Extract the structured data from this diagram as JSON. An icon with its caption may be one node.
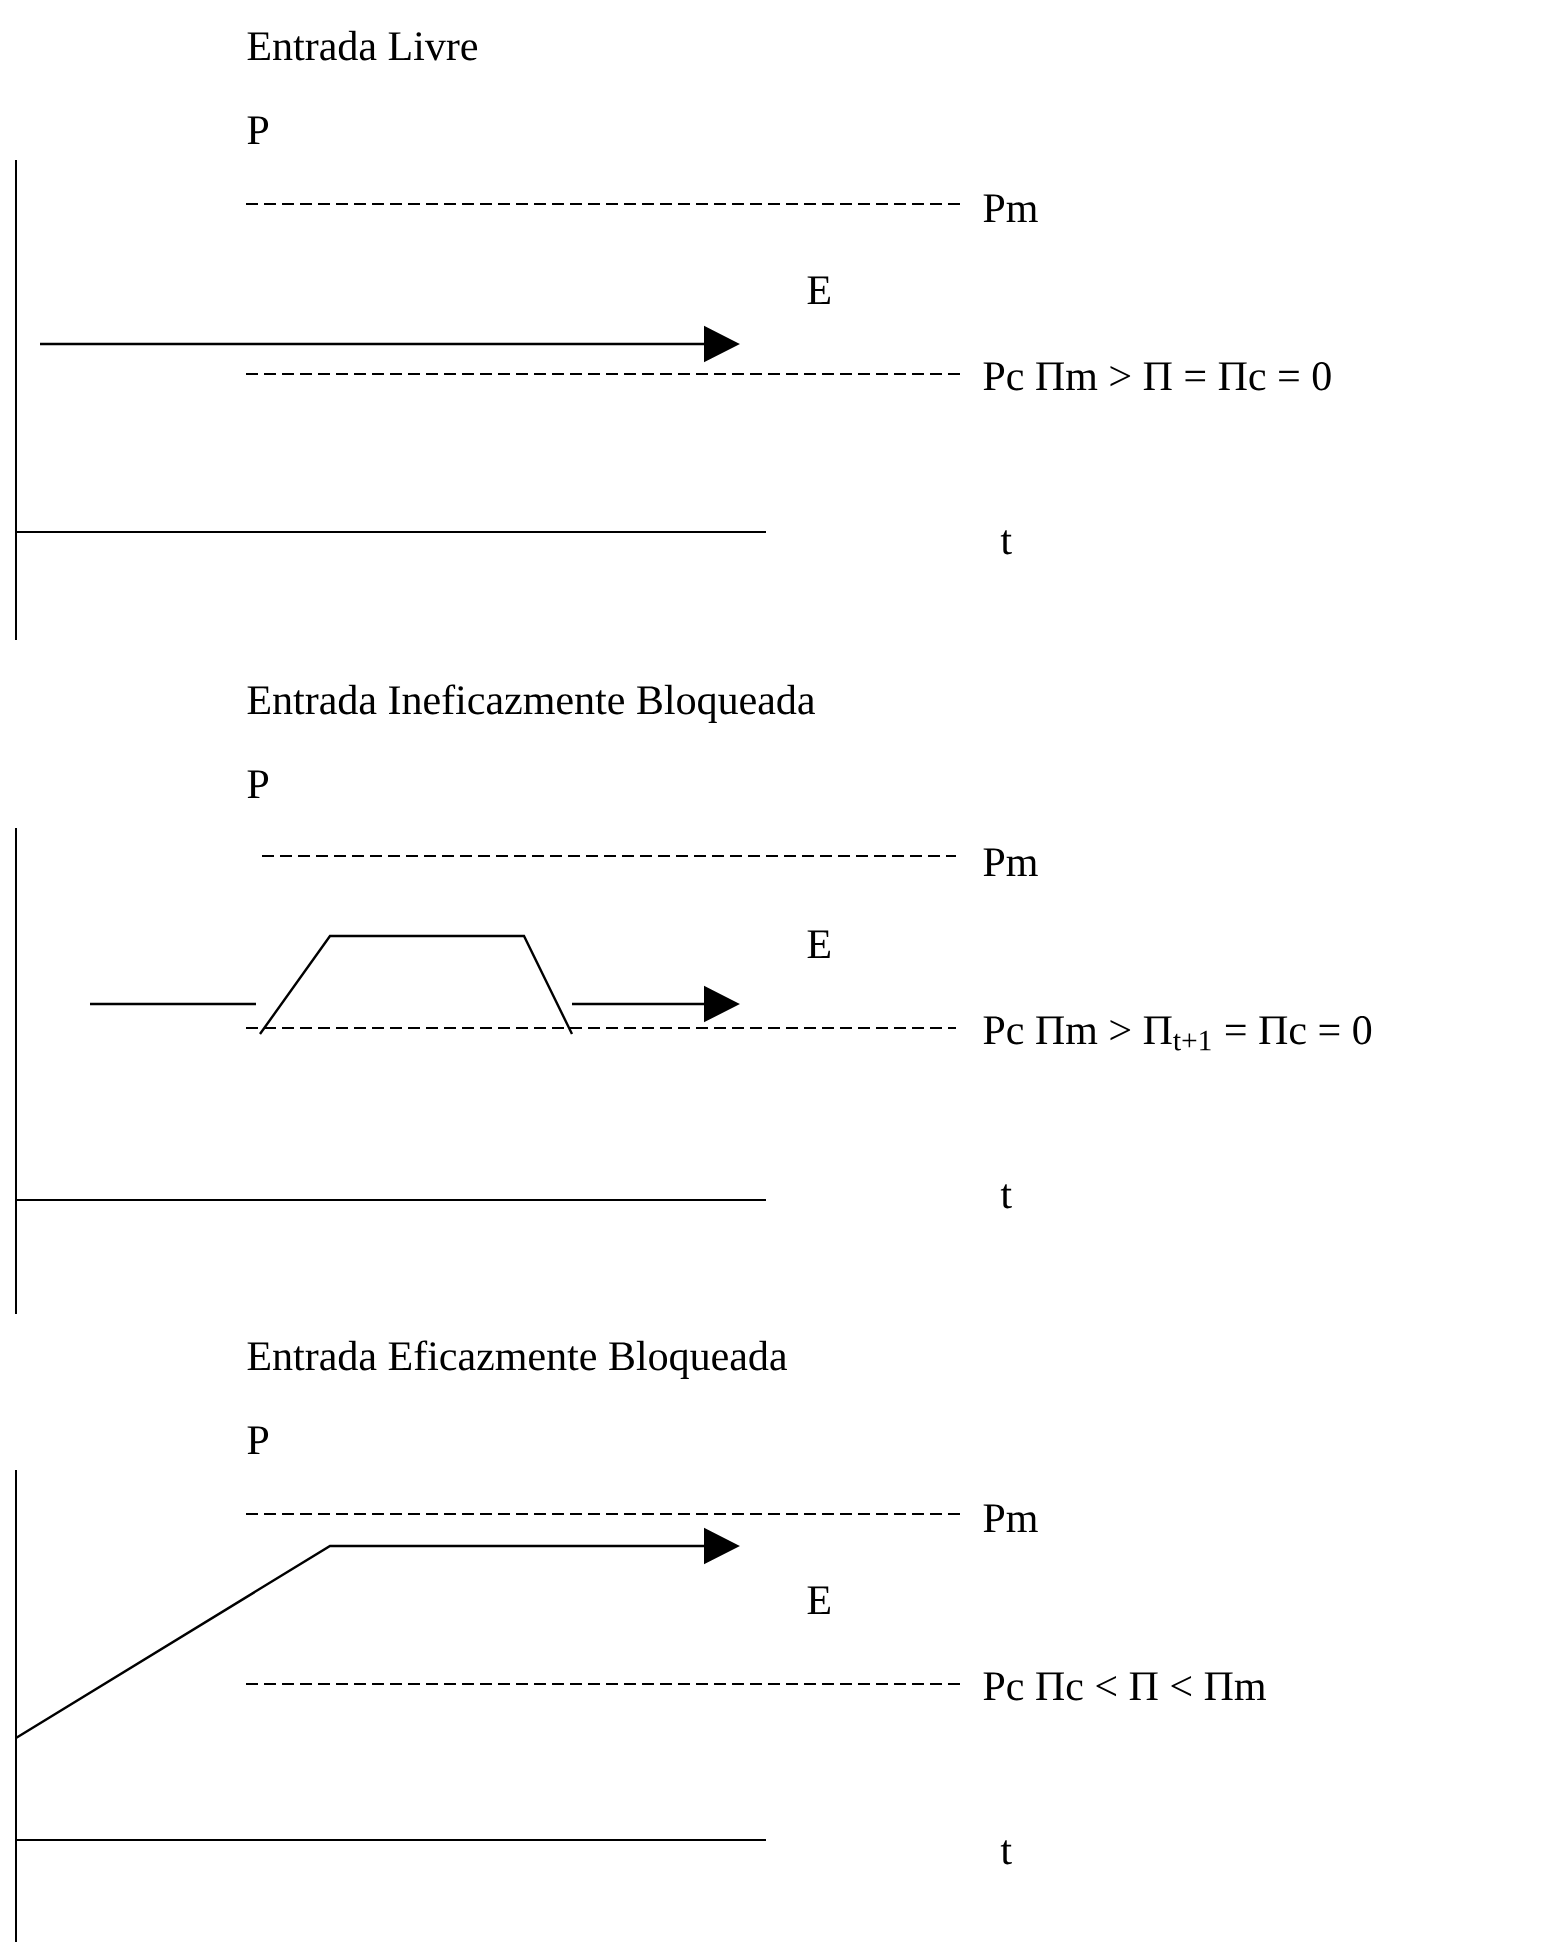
{
  "diagram": {
    "labels": [
      "Entrada Livre",
      "P",
      "Pm",
      "E",
      "Pc Πm > Π = Πc = 0",
      "t",
      "Entrada Ineficazmente Bloqueada",
      "P",
      "Pm",
      "E",
      "Pc Πm > Π$_{t+1}$ = Πc = 0",
      "t",
      "Entrada Eficazmente Bloqueada",
      "P",
      "Pm",
      "E",
      "Pc Πc < Π < Πm",
      "t"
    ]
  }
}
